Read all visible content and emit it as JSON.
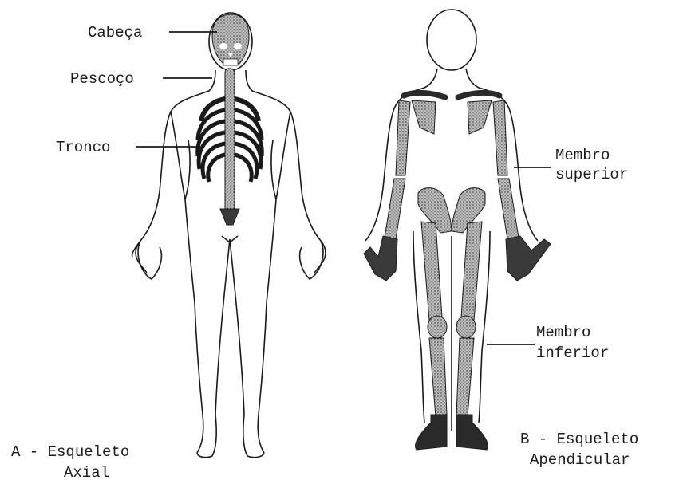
{
  "figure_a": {
    "labels": {
      "head": "Cabeça",
      "neck": "Pescoço",
      "trunk": "Tronco"
    },
    "caption_line1": "A - Esqueleto",
    "caption_line2": "Axial"
  },
  "figure_b": {
    "labels": {
      "upper_limb_line1": "Membro",
      "upper_limb_line2": "superior",
      "lower_limb_line1": "Membro",
      "lower_limb_line2": "inferior"
    },
    "caption_line1": "B - Esqueleto",
    "caption_line2": "Apendicular"
  },
  "colors": {
    "outline": "#1a1a1a",
    "bone_fill": "#8a8a8a",
    "bone_dark": "#3a3a3a"
  }
}
